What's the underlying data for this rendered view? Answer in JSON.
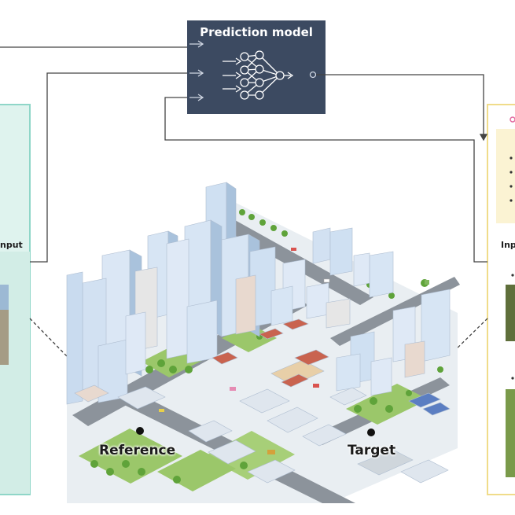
{
  "model": {
    "title": "Prediction model"
  },
  "labels": {
    "reference": "Reference",
    "target": "Target",
    "left_input": "nput",
    "right_input": "Inp"
  },
  "colors": {
    "model_box": "#3c4a61",
    "left_panel_border": "#8fd6c8",
    "left_panel_fill": "#dff3ee",
    "right_panel_border": "#f0dc8a",
    "right_panel_fill": "#fbf3d3",
    "connector": "#444444"
  }
}
